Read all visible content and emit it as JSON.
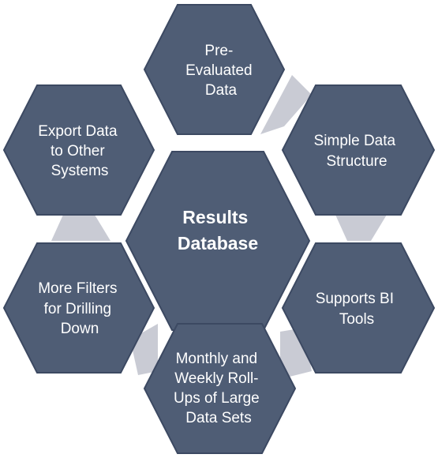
{
  "diagram": {
    "center": {
      "lines": [
        "Results",
        "Database"
      ]
    },
    "nodes": [
      {
        "lines": [
          "Pre-",
          "Evaluated",
          "Data"
        ]
      },
      {
        "lines": [
          "Simple Data",
          "Structure"
        ]
      },
      {
        "lines": [
          "Supports BI",
          "Tools"
        ]
      },
      {
        "lines": [
          "Monthly and",
          "Weekly Roll-",
          "Ups of Large",
          "Data Sets"
        ]
      },
      {
        "lines": [
          "More Filters",
          "for Drilling",
          "Down"
        ]
      },
      {
        "lines": [
          "Export Data",
          "to Other",
          "Systems"
        ]
      }
    ]
  },
  "colors": {
    "hex_fill": "#4f5d75",
    "hex_stroke": "#3c4962",
    "connector": "#c9cbd4",
    "text": "#ffffff"
  }
}
